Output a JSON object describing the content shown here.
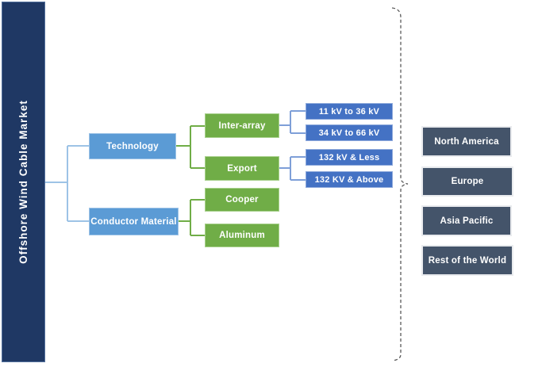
{
  "diagram": {
    "title": "Offshore Wind Cable Market",
    "root": {
      "label": "Offshore Wind Cable Market"
    },
    "level1": [
      {
        "label": "Technology"
      },
      {
        "label": "Conductor Material"
      }
    ],
    "technology_children": [
      {
        "label": "Inter-array"
      },
      {
        "label": "Export"
      }
    ],
    "inter_array_children": [
      {
        "label": "11 kV to 36 kV"
      },
      {
        "label": "34 kV to 66 kV"
      }
    ],
    "export_children": [
      {
        "label": "132 kV & Less"
      },
      {
        "label": "132 KV & Above"
      }
    ],
    "conductor_children": [
      {
        "label": "Cooper"
      },
      {
        "label": "Aluminum"
      }
    ],
    "regions": [
      {
        "label": "North America"
      },
      {
        "label": "Europe"
      },
      {
        "label": "Asia Pacific"
      },
      {
        "label": "Rest of the World"
      }
    ]
  },
  "colors": {
    "root_bar": "#1F3864",
    "level1_box": "#5B9BD5",
    "level2_box": "#70AD47",
    "leaf_box": "#4472C4",
    "region_box": "#44546A",
    "connector_root": "#9DC3E6",
    "connector_green": "#70AD47",
    "connector_leaf": "#7E9FD8",
    "brace": "#595959"
  }
}
